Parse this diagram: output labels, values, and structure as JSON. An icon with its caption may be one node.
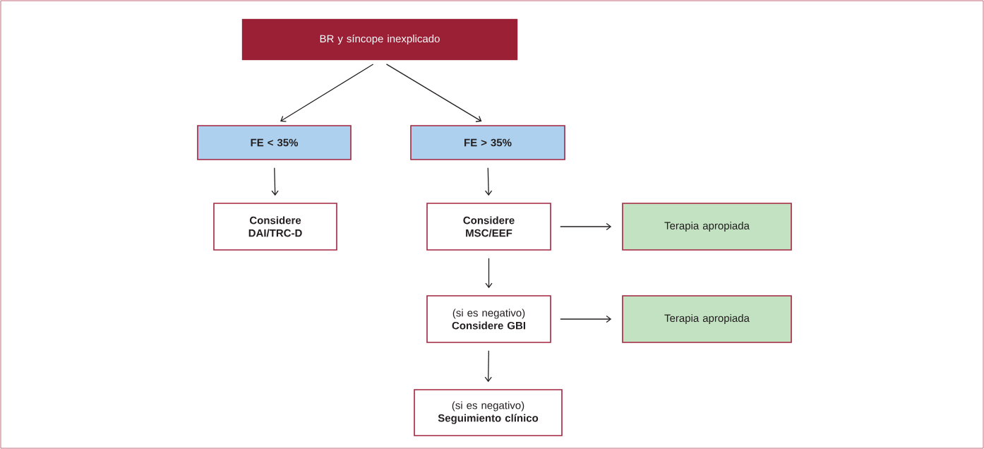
{
  "diagram": {
    "nodes": [
      {
        "text": [
          "BR y síncope inexplicado"
        ]
      },
      {
        "text": [
          "FE < 35%"
        ]
      },
      {
        "text": [
          "FE > 35%"
        ]
      },
      {
        "text": [
          "Considere DAI/TRC-D"
        ]
      },
      {
        "text": [
          "Considere MSC/EEF"
        ]
      },
      {
        "text": [
          "Terapia apropiada"
        ]
      },
      {
        "text": [
          "(si es negativo)",
          "Considere GBI"
        ]
      },
      {
        "text": [
          "Terapia apropiada"
        ]
      },
      {
        "text": [
          "(si es negativo)",
          "Seguimiento clínico"
        ]
      }
    ],
    "edges": [
      {
        "from": 0,
        "to": 1,
        "arrow": "to"
      },
      {
        "from": 0,
        "to": 2,
        "arrow": "to"
      },
      {
        "from": 1,
        "to": 3,
        "arrow": "to"
      },
      {
        "from": 2,
        "to": 4,
        "arrow": "to"
      },
      {
        "from": 4,
        "to": 5,
        "arrow": "to"
      },
      {
        "from": 4,
        "to": 6,
        "arrow": "to"
      },
      {
        "from": 6,
        "to": 7,
        "arrow": "to"
      },
      {
        "from": 6,
        "to": 8,
        "arrow": "to"
      }
    ]
  }
}
